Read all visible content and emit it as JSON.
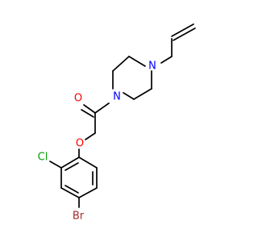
{
  "molecule": {
    "atoms": {
      "oxygen_carbonyl": "O",
      "nitrogen_amide": "N",
      "nitrogen_allyl": "N",
      "oxygen_ether": "O",
      "chlorine": "Cl",
      "bromine": "Br"
    },
    "colors": {
      "bond": "#000000",
      "oxygen": "#ff0000",
      "nitrogen": "#0000ff",
      "chlorine": "#00a000",
      "bromine": "#a52a2a"
    }
  }
}
